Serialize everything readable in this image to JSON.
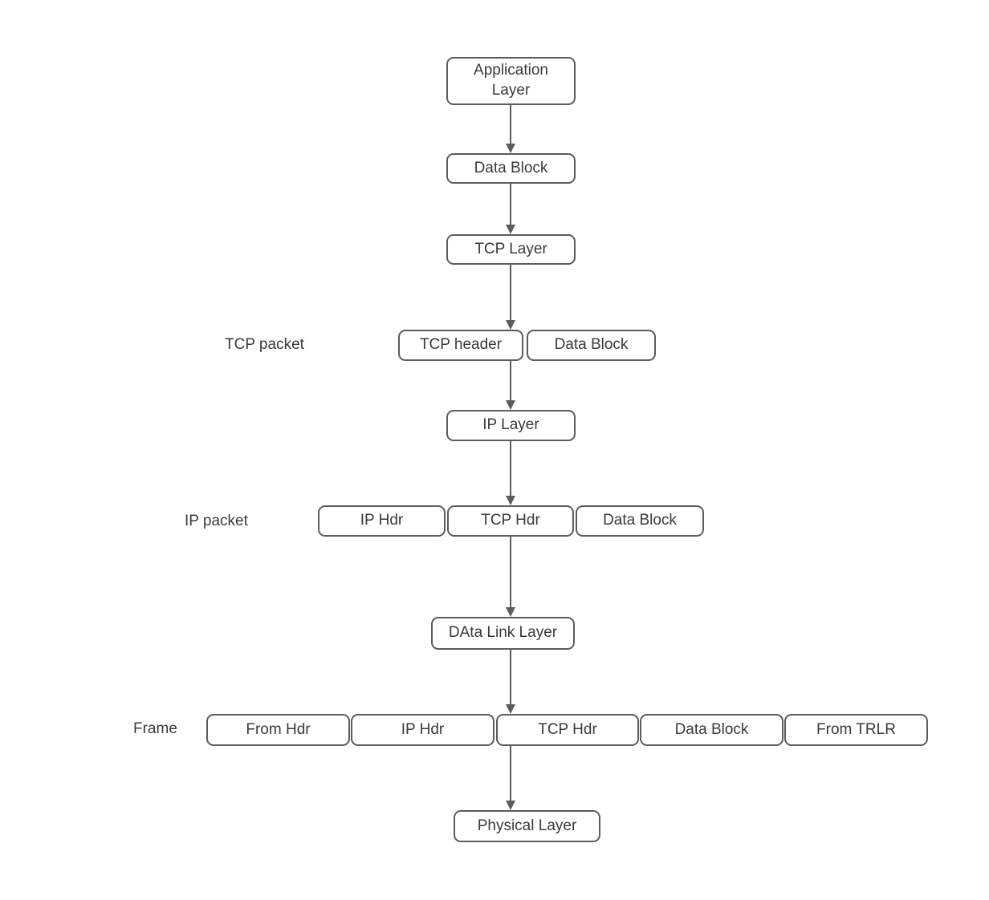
{
  "diagram": {
    "colors": {
      "border": "#5c5c5c",
      "text": "#3a3a3a",
      "arrow": "#5c5c5c",
      "background": "#ffffff"
    },
    "nodes": {
      "app_layer": "Application Layer",
      "data_block_1": "Data Block",
      "tcp_layer": "TCP Layer",
      "tcp_header": "TCP header",
      "data_block_2": "Data Block",
      "ip_layer": "IP Layer",
      "ip_hdr_1": "IP Hdr",
      "tcp_hdr_1": "TCP Hdr",
      "data_block_3": "Data Block",
      "data_link_layer": "DAta Link Layer",
      "from_hdr": "From Hdr",
      "ip_hdr_2": "IP Hdr",
      "tcp_hdr_2": "TCP Hdr",
      "data_block_4": "Data Block",
      "from_trlr": "From TRLR",
      "physical_layer": "Physical Layer"
    },
    "side_labels": {
      "tcp_packet": "TCP packet",
      "ip_packet": "IP packet",
      "frame": "Frame"
    }
  }
}
